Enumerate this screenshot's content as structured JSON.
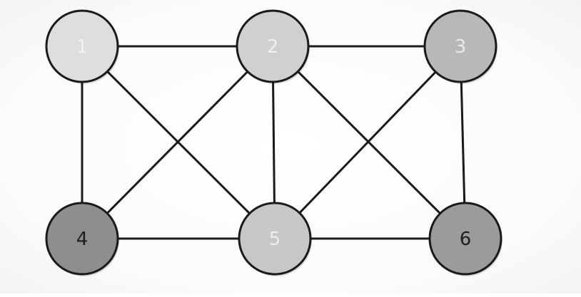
{
  "graph": {
    "nodes": [
      {
        "id": "1",
        "label": "1",
        "fill": "#dedede",
        "text_color": "#f2f2f2"
      },
      {
        "id": "2",
        "label": "2",
        "fill": "#d0d0d0",
        "text_color": "#efefef"
      },
      {
        "id": "3",
        "label": "3",
        "fill": "#b8b8b8",
        "text_color": "#e9e9e9"
      },
      {
        "id": "4",
        "label": "4",
        "fill": "#8e8e8e",
        "text_color": "#1e1e1e"
      },
      {
        "id": "5",
        "label": "5",
        "fill": "#c7c7c7",
        "text_color": "#ececec"
      },
      {
        "id": "6",
        "label": "6",
        "fill": "#9b9b9b",
        "text_color": "#1e1e1e"
      }
    ],
    "edges": [
      [
        "1",
        "2"
      ],
      [
        "2",
        "3"
      ],
      [
        "1",
        "4"
      ],
      [
        "1",
        "5"
      ],
      [
        "2",
        "4"
      ],
      [
        "2",
        "5"
      ],
      [
        "2",
        "6"
      ],
      [
        "3",
        "5"
      ],
      [
        "3",
        "6"
      ],
      [
        "4",
        "5"
      ],
      [
        "5",
        "6"
      ]
    ],
    "edge_color": "#1a1a1a",
    "node_stroke": "#1a1a1a"
  }
}
